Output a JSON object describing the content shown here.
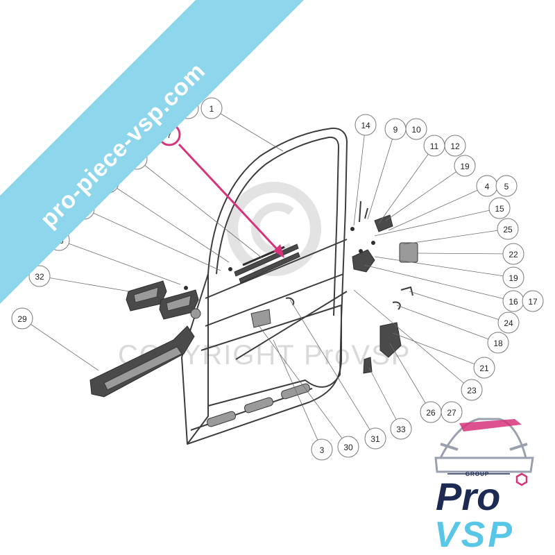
{
  "banner": {
    "text": "pro-piece-vsp.com",
    "color": "#8ed6ec"
  },
  "watermark": {
    "text": "COPYRIGHT ProVSP"
  },
  "highlight": {
    "label": "7",
    "color": "#d6337a"
  },
  "logo": {
    "group": "GROUP",
    "pro": "Pro",
    "vsp": "VSP",
    "colors": {
      "navy": "#1d2b54",
      "cyan": "#58c6e6",
      "pink": "#d6337a"
    }
  },
  "callouts": [
    {
      "label": "1"
    },
    {
      "label": "2"
    },
    {
      "label": "3"
    },
    {
      "label": "6"
    },
    {
      "label": "28"
    },
    {
      "label": "20"
    },
    {
      "label": "13"
    },
    {
      "label": "32"
    },
    {
      "label": "29"
    },
    {
      "label": "14"
    },
    {
      "label": "9"
    },
    {
      "label": "10"
    },
    {
      "label": "11"
    },
    {
      "label": "12"
    },
    {
      "label": "19"
    },
    {
      "label": "4"
    },
    {
      "label": "5"
    },
    {
      "label": "15"
    },
    {
      "label": "25"
    },
    {
      "label": "22"
    },
    {
      "label": "19"
    },
    {
      "label": "16"
    },
    {
      "label": "17"
    },
    {
      "label": "24"
    },
    {
      "label": "18"
    },
    {
      "label": "21"
    },
    {
      "label": "23"
    },
    {
      "label": "26"
    },
    {
      "label": "27"
    },
    {
      "label": "33"
    },
    {
      "label": "31"
    },
    {
      "label": "30"
    },
    {
      "label": "3"
    }
  ]
}
